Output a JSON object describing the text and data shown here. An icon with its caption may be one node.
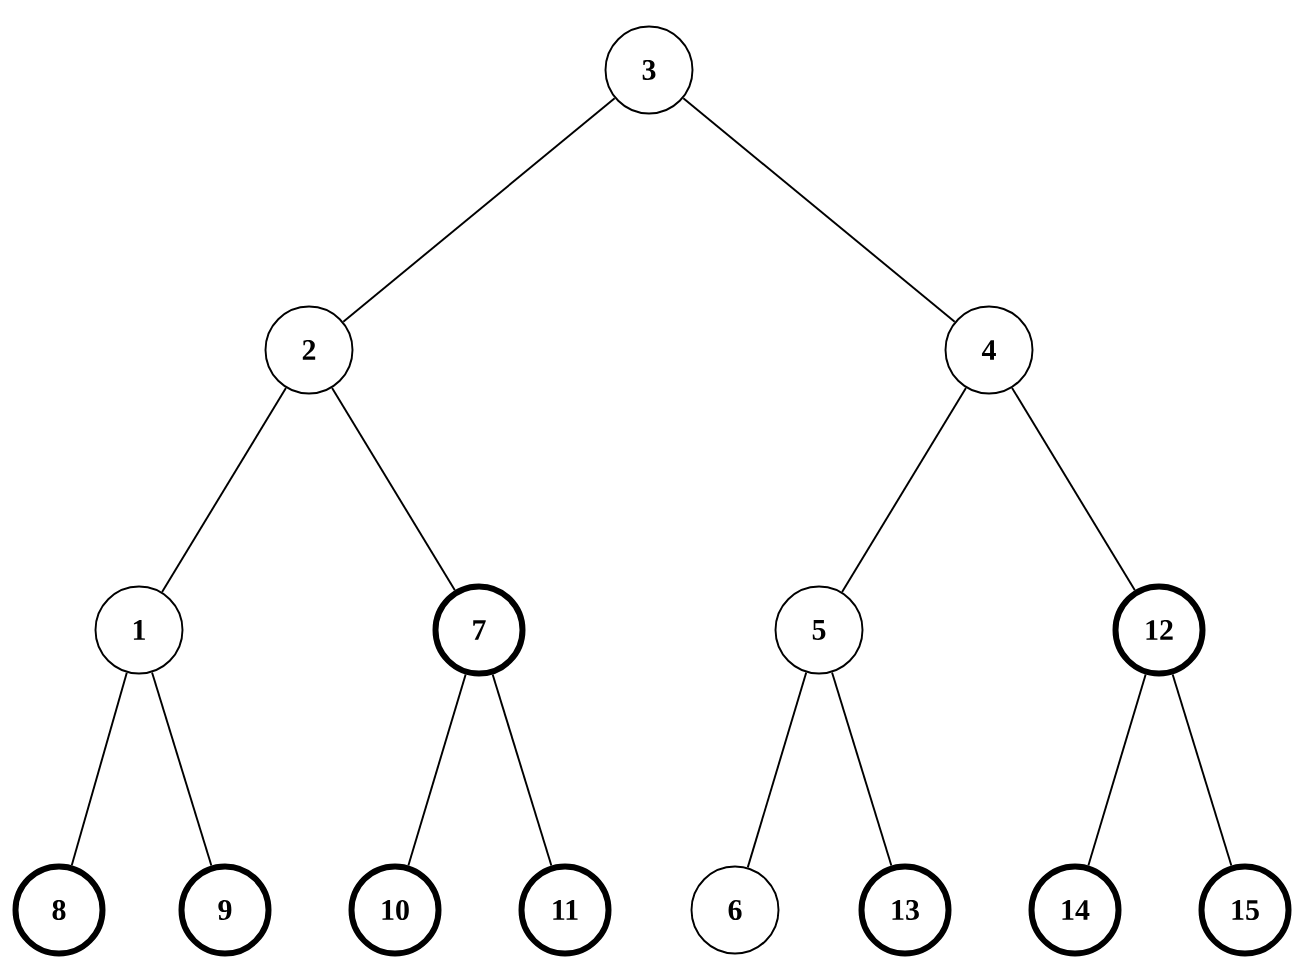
{
  "diagram": {
    "nodes": [
      {
        "text": [
          "3"
        ]
      },
      {
        "text": [
          "2"
        ]
      },
      {
        "text": [
          "4"
        ]
      },
      {
        "text": [
          "1"
        ]
      },
      {
        "text": [
          "7"
        ]
      },
      {
        "text": [
          "5"
        ]
      },
      {
        "text": [
          "12"
        ]
      },
      {
        "text": [
          "8"
        ]
      },
      {
        "text": [
          "9"
        ]
      },
      {
        "text": [
          "10"
        ]
      },
      {
        "text": [
          "11"
        ]
      },
      {
        "text": [
          "6"
        ]
      },
      {
        "text": [
          "13"
        ]
      },
      {
        "text": [
          "14"
        ]
      },
      {
        "text": [
          "15"
        ]
      }
    ],
    "edges": [
      {
        "from": 0,
        "to": 1,
        "arrow": "none"
      },
      {
        "from": 0,
        "to": 2,
        "arrow": "none"
      },
      {
        "from": 1,
        "to": 3,
        "arrow": "none"
      },
      {
        "from": 1,
        "to": 4,
        "arrow": "none"
      },
      {
        "from": 2,
        "to": 5,
        "arrow": "none"
      },
      {
        "from": 2,
        "to": 6,
        "arrow": "none"
      },
      {
        "from": 3,
        "to": 7,
        "arrow": "none"
      },
      {
        "from": 3,
        "to": 8,
        "arrow": "none"
      },
      {
        "from": 4,
        "to": 9,
        "arrow": "none"
      },
      {
        "from": 4,
        "to": 10,
        "arrow": "none"
      },
      {
        "from": 5,
        "to": 11,
        "arrow": "none"
      },
      {
        "from": 5,
        "to": 12,
        "arrow": "none"
      },
      {
        "from": 6,
        "to": 13,
        "arrow": "none"
      },
      {
        "from": 6,
        "to": 14,
        "arrow": "none"
      }
    ]
  }
}
